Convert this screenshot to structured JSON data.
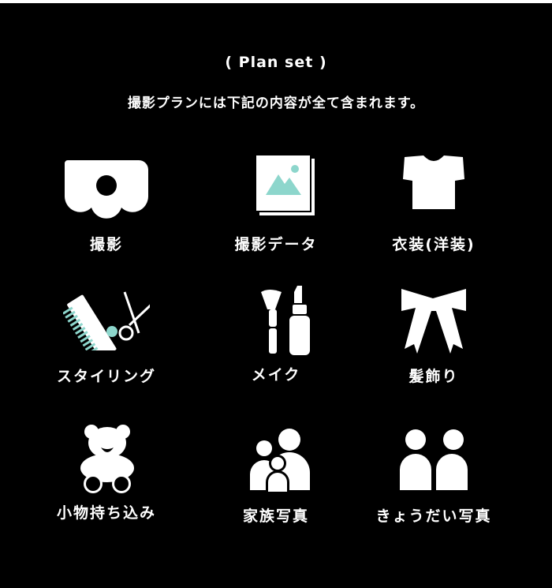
{
  "header": {
    "title": "( Plan set )",
    "subtitle": "撮影プランには下記の内容が全て含まれます。"
  },
  "colors": {
    "background": "#000000",
    "foreground": "#ffffff",
    "accent": "#8dd6cc"
  },
  "items": [
    {
      "label": "撮影",
      "icon": "camera-icon"
    },
    {
      "label": "撮影データ",
      "icon": "photo-data-icon"
    },
    {
      "label": "衣装(洋装)",
      "icon": "tshirt-icon"
    },
    {
      "label": "スタイリング",
      "icon": "comb-scissors-icon"
    },
    {
      "label": "メイク",
      "icon": "makeup-icon"
    },
    {
      "label": "髪飾り",
      "icon": "ribbon-icon"
    },
    {
      "label": "小物持ち込み",
      "icon": "teddy-bear-icon"
    },
    {
      "label": "家族写真",
      "icon": "family-icon"
    },
    {
      "label": "きょうだい写真",
      "icon": "siblings-icon"
    }
  ]
}
